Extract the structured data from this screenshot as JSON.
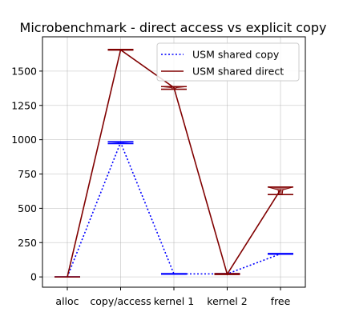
{
  "chart_data": {
    "type": "line",
    "title": "Microbenchmark - direct access vs explicit copy",
    "xlabel": "",
    "ylabel": "",
    "categories": [
      "alloc",
      "copy/access",
      "kernel 1",
      "kernel 2",
      "free"
    ],
    "ylim": [
      -75,
      1750
    ],
    "yticks": [
      0,
      250,
      500,
      750,
      1000,
      1250,
      1500
    ],
    "grid": true,
    "legend_position": "top-right",
    "series": [
      {
        "name": "USM shared copy",
        "color": "#0000ff",
        "line_style": "dotted",
        "values": [
          0,
          980,
          22,
          22,
          168
        ],
        "spread_min": [
          0,
          972,
          20,
          20,
          166
        ],
        "spread_max": [
          0,
          985,
          24,
          24,
          170
        ]
      },
      {
        "name": "USM shared direct",
        "color": "#800000",
        "line_style": "solid",
        "values": [
          0,
          1655,
          1380,
          20,
          635
        ],
        "spread_min": [
          0,
          1653,
          1368,
          18,
          600
        ],
        "spread_max": [
          0,
          1658,
          1387,
          24,
          655
        ]
      }
    ]
  }
}
